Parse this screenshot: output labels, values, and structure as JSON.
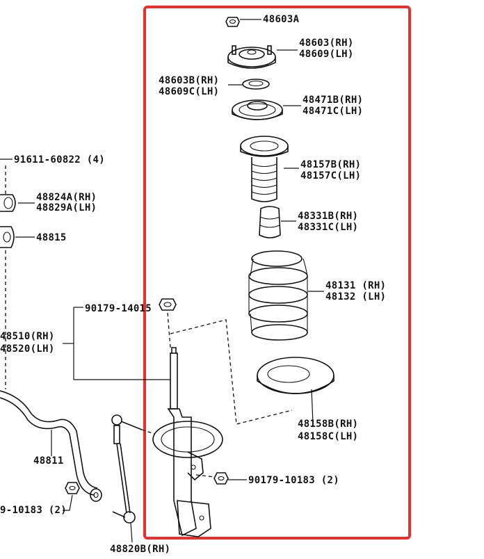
{
  "colors": {
    "highlight": "#e8312f",
    "ink": "#111111",
    "background": "#ffffff"
  },
  "labels": {
    "nut_top": "48603A",
    "support_rh": "48603(RH)",
    "support_lh": "48609(LH)",
    "bearing_rh": "48603B(RH)",
    "bearing_lh": "48609C(LH)",
    "upper_seat_rh": "48471B(RH)",
    "upper_seat_lh": "48471C(LH)",
    "boot_rh": "48157B(RH)",
    "boot_lh": "48157C(LH)",
    "bumper_rh": "48331B(RH)",
    "bumper_lh": "48331C(LH)",
    "spring_rh": "48131 (RH)",
    "spring_lh": "48132 (LH)",
    "lower_insulator_rh": "48158B(RH)",
    "lower_insulator_lh": "48158C(LH)",
    "bolt_bracket": "91611-60822 (4)",
    "bushing_rh": "48824A(RH)",
    "bushing_lh": "48829A(LH)",
    "bracket": "48815",
    "nut_strut_top": "90179-14015",
    "strut_rh": "48510(RH)",
    "strut_lh": "48520(LH)",
    "stabilizer_bar": "48811",
    "nut_link_left": "9-10183 (2)",
    "nut_knuckle": "90179-10183 (2)",
    "link_rh": "48820B(RH)"
  }
}
